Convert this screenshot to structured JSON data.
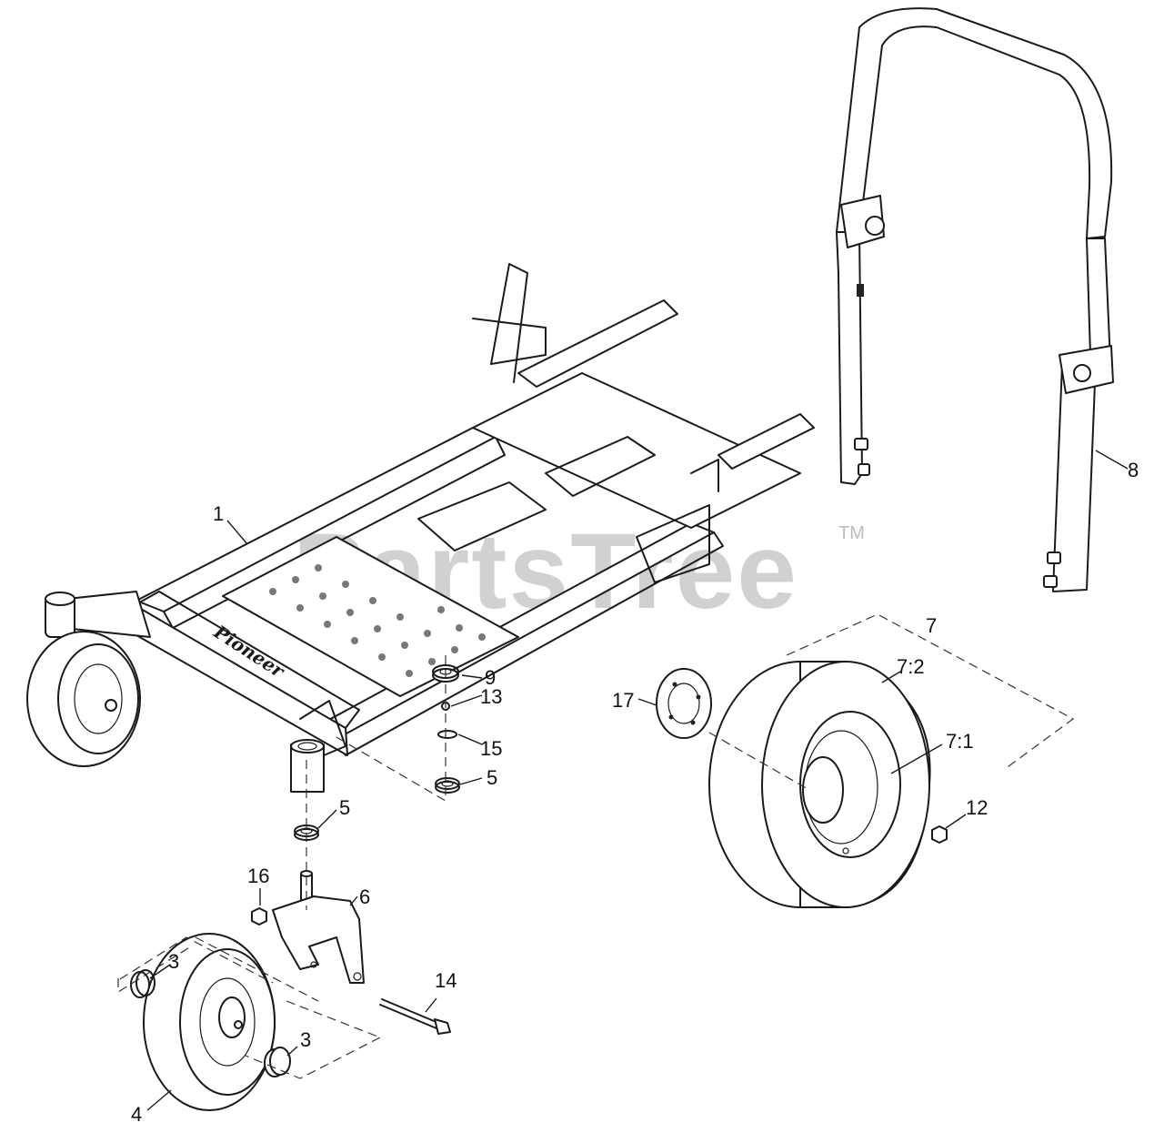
{
  "watermark": {
    "text": "PartsTree",
    "trademark": "TM"
  },
  "deck_logo": "Pioneer",
  "callouts": [
    {
      "id": "c1",
      "label": "1"
    },
    {
      "id": "c3a",
      "label": "3"
    },
    {
      "id": "c3b",
      "label": "3"
    },
    {
      "id": "c4",
      "label": "4"
    },
    {
      "id": "c5a",
      "label": "5"
    },
    {
      "id": "c5b",
      "label": "5"
    },
    {
      "id": "c6",
      "label": "6"
    },
    {
      "id": "c7",
      "label": "7"
    },
    {
      "id": "c7_2",
      "label": "7:2"
    },
    {
      "id": "c7_1",
      "label": "7:1"
    },
    {
      "id": "c8",
      "label": "8"
    },
    {
      "id": "c9",
      "label": "9"
    },
    {
      "id": "c12",
      "label": "12"
    },
    {
      "id": "c13",
      "label": "13"
    },
    {
      "id": "c14",
      "label": "14"
    },
    {
      "id": "c15",
      "label": "15"
    },
    {
      "id": "c16",
      "label": "16"
    },
    {
      "id": "c17",
      "label": "17"
    }
  ]
}
